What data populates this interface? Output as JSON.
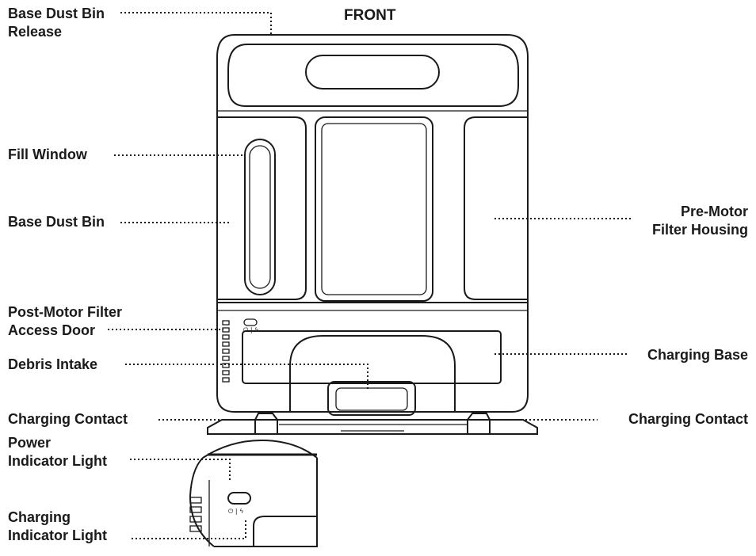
{
  "title": "FRONT",
  "labels": {
    "base_dust_bin_release": [
      "Base Dust Bin",
      "Release"
    ],
    "fill_window": "Fill Window",
    "base_dust_bin": "Base Dust Bin",
    "post_motor_filter_access_door": [
      "Post-Motor Filter",
      "Access Door"
    ],
    "debris_intake": "Debris Intake",
    "charging_contact_left": "Charging Contact",
    "power_indicator_light": [
      "Power",
      "Indicator Light"
    ],
    "charging_indicator_light": [
      "Charging",
      "Indicator Light"
    ],
    "pre_motor_filter_housing": [
      "Pre-Motor",
      "Filter Housing"
    ],
    "charging_base": "Charging Base",
    "charging_contact_right": "Charging Contact"
  },
  "icons": {
    "power": "power-icon",
    "charging": "lightning-bolt-icon",
    "separator": "|"
  },
  "colors": {
    "line": "#1a1a1a",
    "background": "#ffffff"
  }
}
